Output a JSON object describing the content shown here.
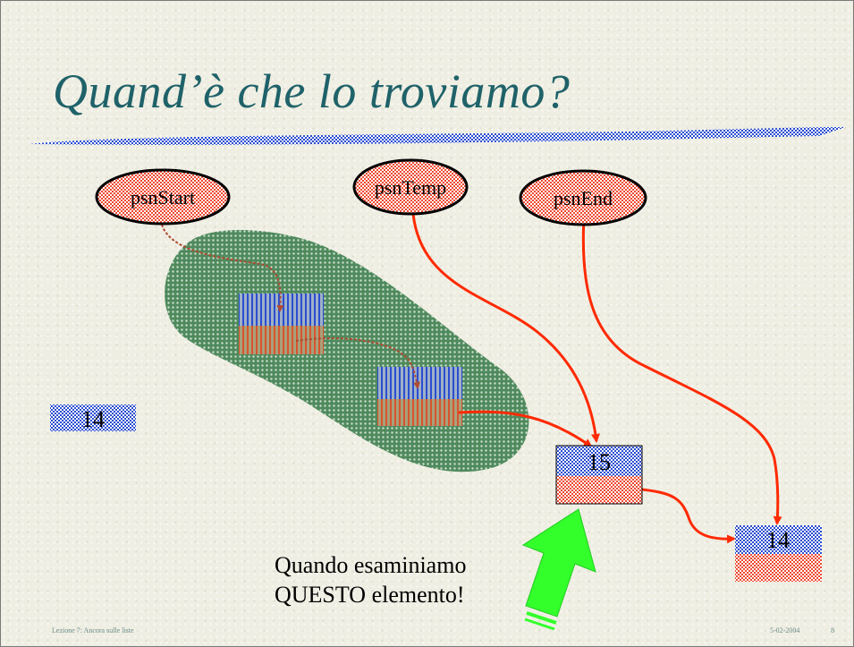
{
  "slide": {
    "title": "Quand’è che lo troviamo?",
    "footer": {
      "lecture": "Lezione 7: Ancora sulle liste",
      "date": "5-02-2004",
      "page": "8"
    }
  },
  "pointers": {
    "start": "psnStart",
    "temp": "psnTemp",
    "end": "psnEnd"
  },
  "nodes": {
    "detached_value": "14",
    "current_value": "15",
    "last_value": "14"
  },
  "caption": {
    "line1": "Quando esaminiamo",
    "line2": "QUESTO elemento!"
  },
  "colors": {
    "pointer_fill": "#f04a35",
    "arrow": "#ff2a00",
    "node_top": "#2a4ed0",
    "node_bottom": "#ee4a30",
    "visited_blob": "#4f8a5d",
    "highlight_arrow": "#33ff2a",
    "title": "#1f6269"
  }
}
